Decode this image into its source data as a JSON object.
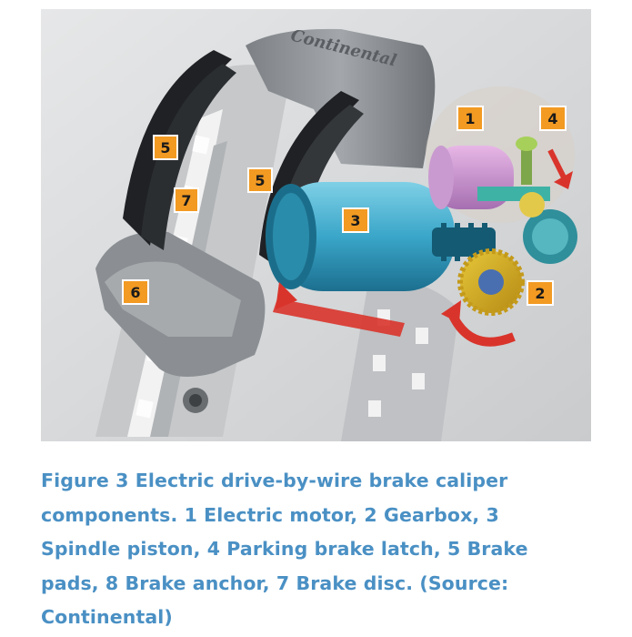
{
  "figure": {
    "brand_text": "Continental",
    "callouts": [
      {
        "id": "callout-1",
        "label": "1"
      },
      {
        "id": "callout-2",
        "label": "2"
      },
      {
        "id": "callout-3",
        "label": "3"
      },
      {
        "id": "callout-4",
        "label": "4"
      },
      {
        "id": "callout-5a",
        "label": "5"
      },
      {
        "id": "callout-5b",
        "label": "5"
      },
      {
        "id": "callout-6",
        "label": "6"
      },
      {
        "id": "callout-7",
        "label": "7"
      }
    ]
  },
  "colors": {
    "caption": "#4a90c4",
    "callout_fill": "#f29a22",
    "arrow": "#d9342b"
  },
  "caption": "Figure 3 Electric drive-by-wire brake caliper components. 1 Electric motor, 2 Gearbox, 3 Spindle piston, 4 Parking brake latch, 5 Brake pads, 8 Brake anchor, 7 Brake disc. (Source: Continental)"
}
